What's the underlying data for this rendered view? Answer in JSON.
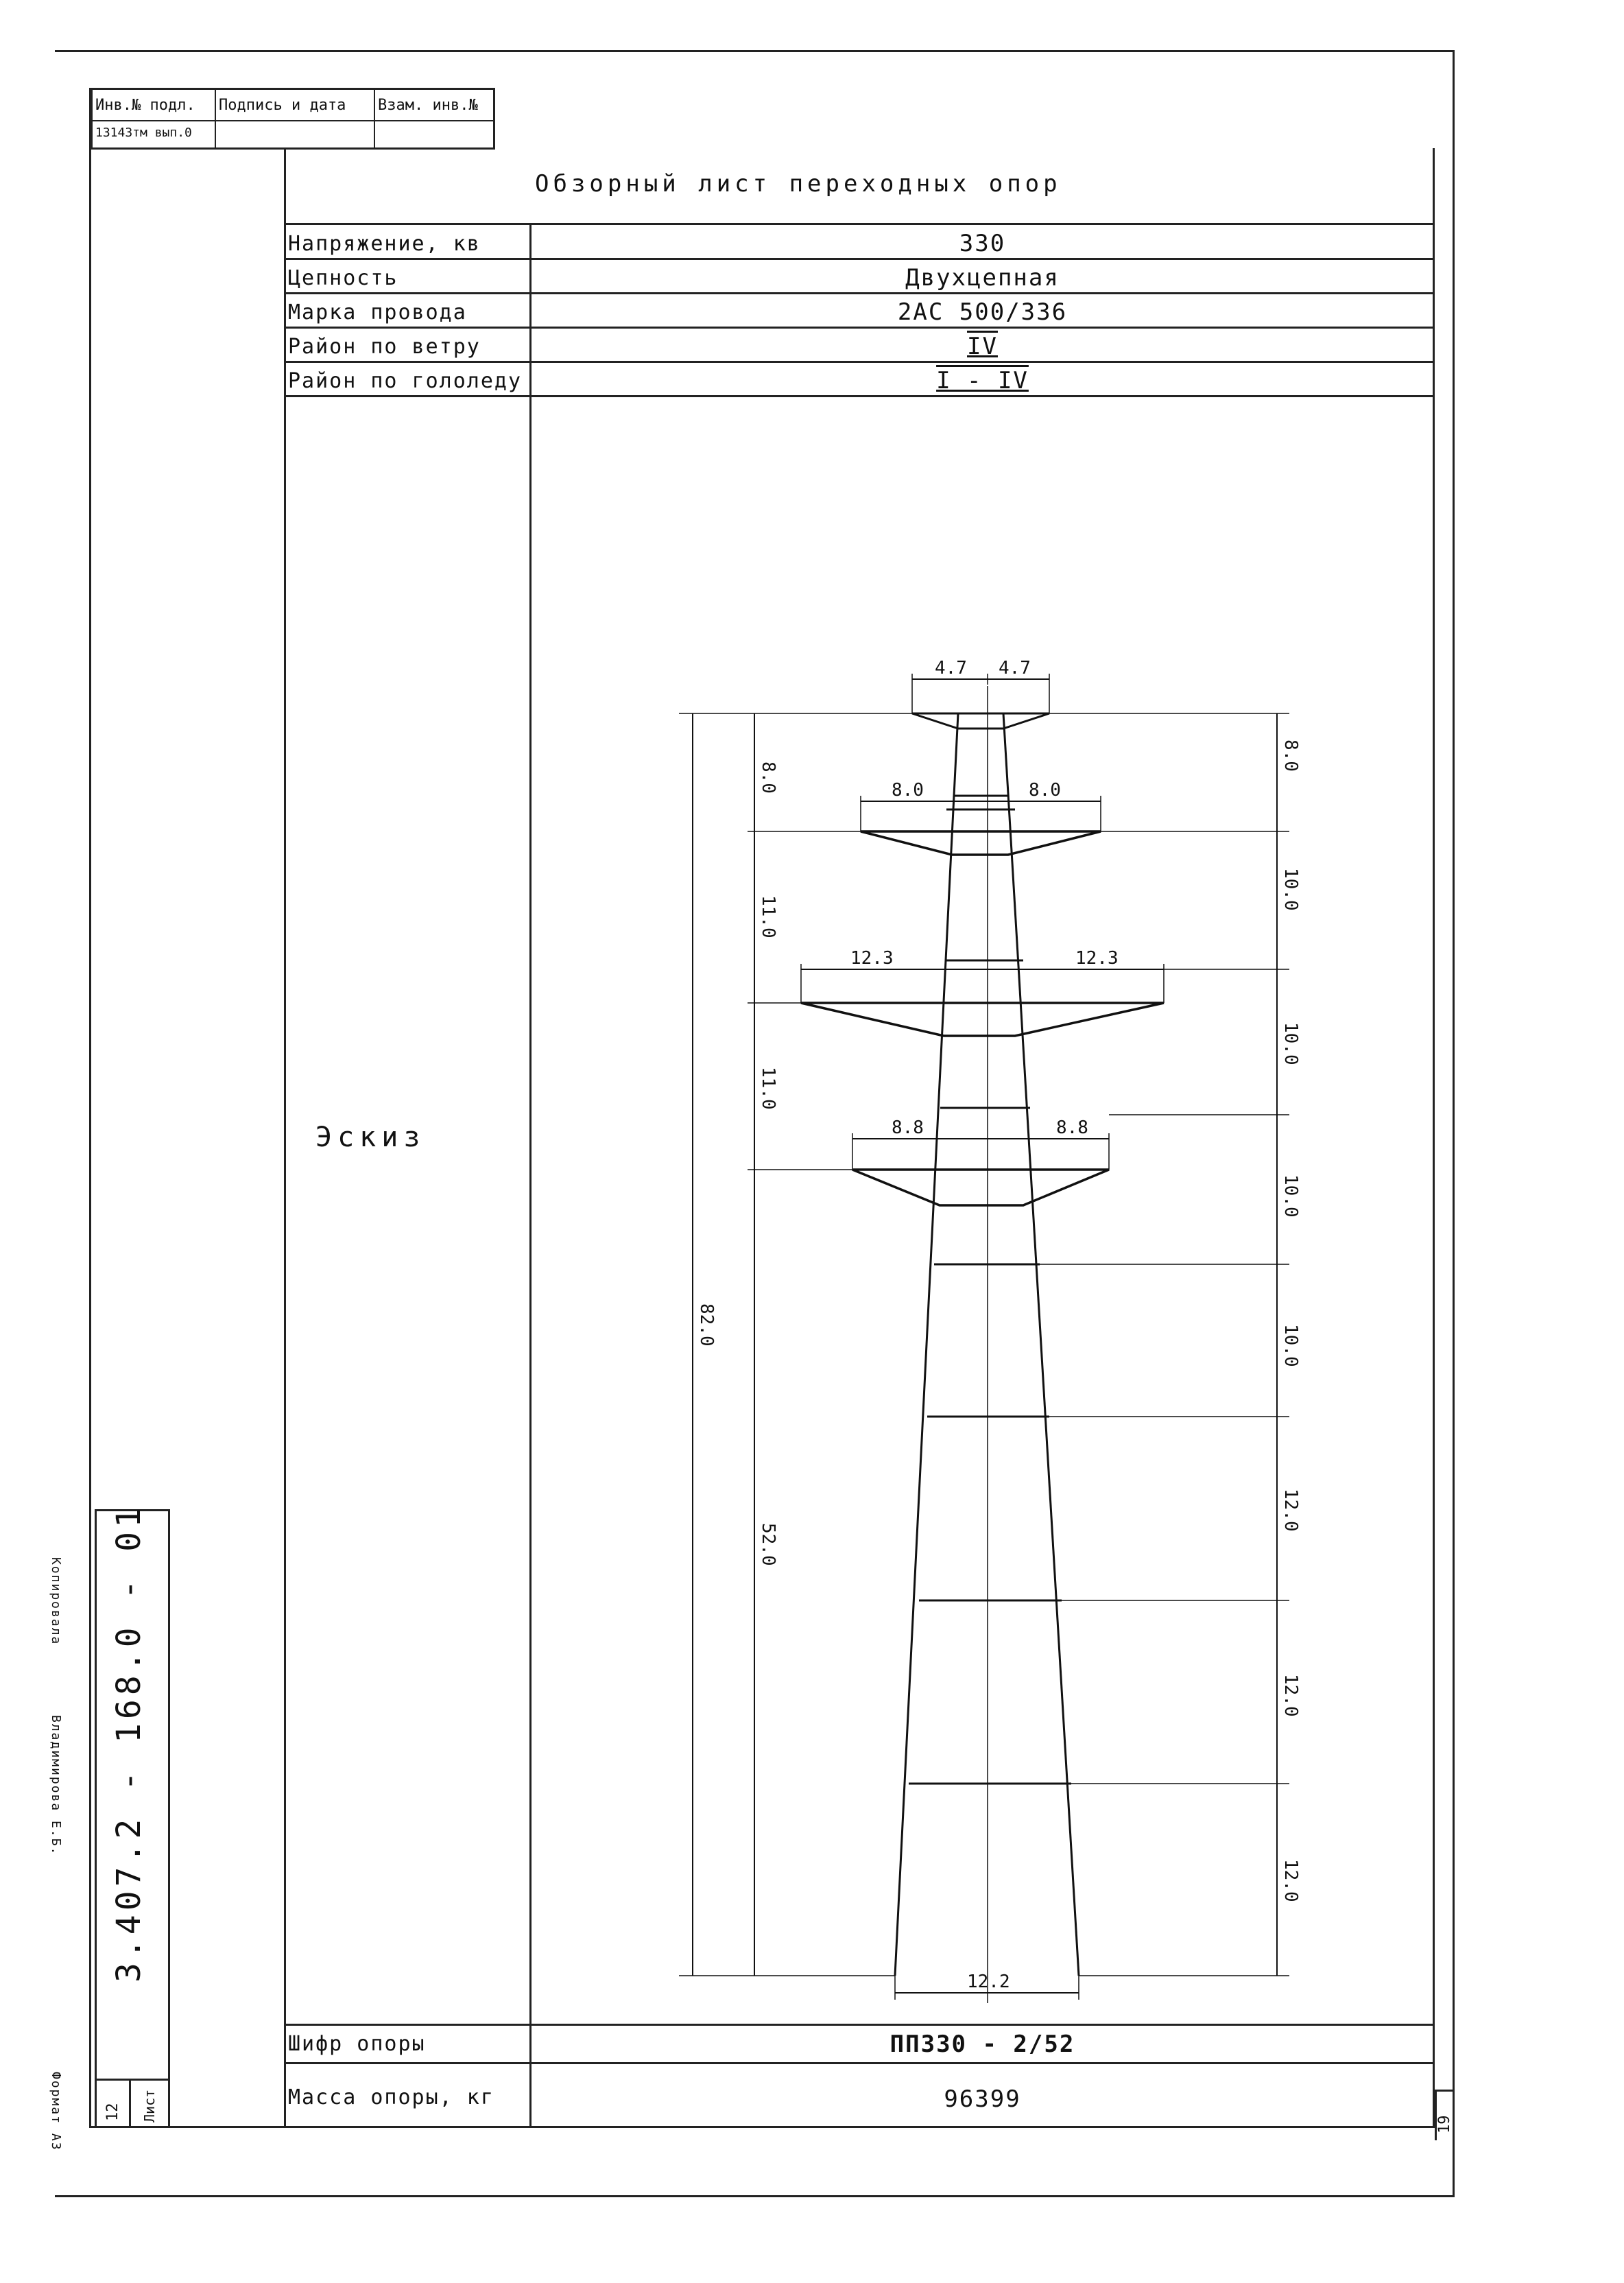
{
  "stamp": {
    "col1_head": "Инв.№ подл.",
    "col2_head": "Подпись и дата",
    "col3_head": "Взам. инв.№",
    "col1_value": "13143тм вып.0"
  },
  "sheet_title": "Обзорный лист переходных опор",
  "rows": [
    {
      "label": "Напряжение, кв",
      "value": "330"
    },
    {
      "label": "Цепность",
      "value": "Двухцепная"
    },
    {
      "label": "Марка провода",
      "value": "2АС 500/336"
    },
    {
      "label": "Район по ветру",
      "value": "IV"
    },
    {
      "label": "Район по гололеду",
      "value": "I - IV"
    }
  ],
  "sketch_label": "Эскиз",
  "code_row": {
    "label": "Шифр опоры",
    "value": "ПП330 - 2/52"
  },
  "mass_row": {
    "label": "Масса опоры, кг",
    "value": "96399"
  },
  "drawing_code": "3.407.2 - 168.0 - 01",
  "copied_label": "Копировала",
  "copied_name": "Владимирова Е.Б.",
  "format_label": "Формат А3",
  "sheet_label": "Лист",
  "sheet_number": "12",
  "page_number": "19",
  "tower": {
    "arm_labels": [
      {
        "left": "4.7",
        "right": "4.7"
      },
      {
        "left": "8.0",
        "right": "8.0"
      },
      {
        "left": "12.3",
        "right": "12.3"
      },
      {
        "left": "8.8",
        "right": "8.8"
      }
    ],
    "left_dims": [
      "8.0",
      "11.0",
      "11.0"
    ],
    "total_height": "82.0",
    "lower_height": "52.0",
    "right_dims": [
      "8.0",
      "10.0",
      "10.0",
      "10.0",
      "10.0",
      "12.0",
      "12.0",
      "12.0"
    ],
    "base_width": "12.2"
  }
}
